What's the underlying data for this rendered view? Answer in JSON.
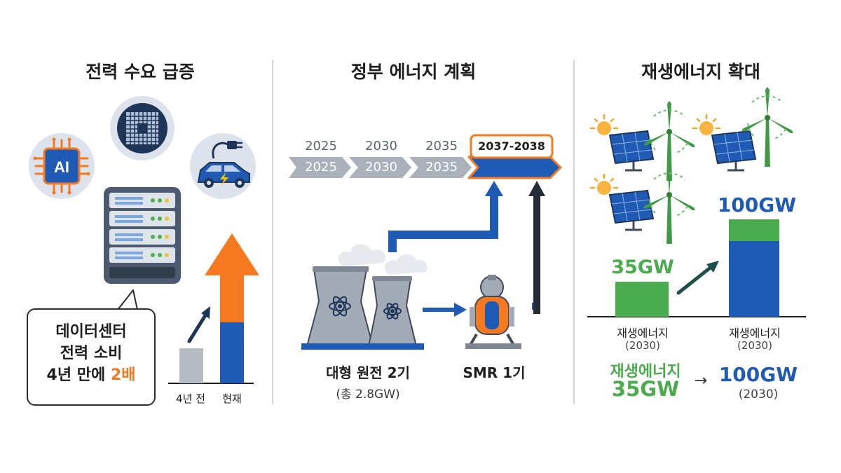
{
  "panels": [
    {
      "title": "전력 수요 급증",
      "icons": [
        "ai-chip-icon",
        "wafer-icon",
        "electric-car-icon",
        "server-icon"
      ],
      "callout": {
        "line1": "데이터센터",
        "line2": "전력 소비",
        "line3_prefix": "4년 만에 ",
        "line3_highlight": "2배"
      },
      "bars": [
        {
          "label": "4년 전"
        },
        {
          "label": "현재"
        }
      ]
    },
    {
      "title": "정부 에너지 계획",
      "timeline": {
        "years": [
          "2025",
          "2030",
          "2035"
        ],
        "highlight": "2037-2038"
      },
      "large_plant": {
        "label": "대형 원전 2기",
        "sub": "(총 2.8GW)"
      },
      "smr": {
        "label": "SMR 1기"
      }
    },
    {
      "title": "재생에너지 확대",
      "bars": [
        {
          "value_label": "35GW",
          "label": "재생에너지",
          "sub": "(2030)"
        },
        {
          "value_label": "100GW",
          "label": "재생에너지",
          "sub": "(2030)"
        }
      ],
      "summary": {
        "from_label": "재생에너지",
        "from_value": "35GW",
        "arrow": "→",
        "to_value": "100GW",
        "to_sub": "(2030)"
      }
    }
  ],
  "colors": {
    "orange": "#f47920",
    "blue": "#1f5bb5",
    "navy": "#1f3558",
    "green": "#4bab4f",
    "gray": "#b6bcc3"
  }
}
